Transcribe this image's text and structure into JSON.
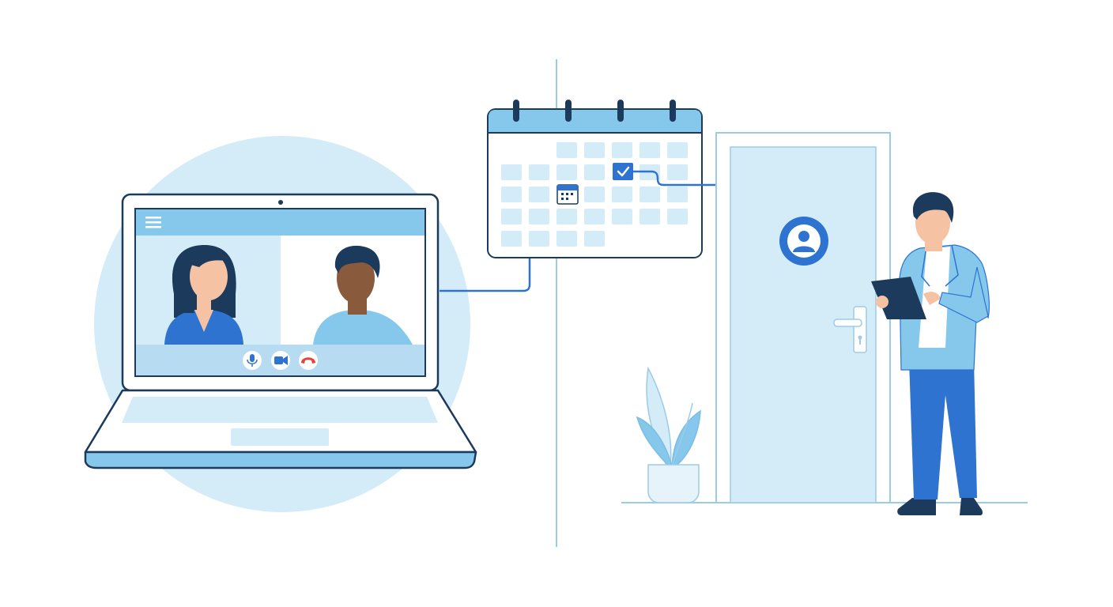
{
  "palette": {
    "navy": "#1b3a5c",
    "blue": "#2d73cf",
    "sky": "#86c8ec",
    "pale": "#d4ebf8",
    "paler": "#e6f3fb",
    "skin_light": "#f5c3a3",
    "skin_dark": "#8a5a3c",
    "red": "#e0443c",
    "white": "#ffffff"
  },
  "video_call": {
    "controls": [
      {
        "name": "mic-button",
        "icon": "microphone-icon"
      },
      {
        "name": "camera-button",
        "icon": "video-camera-icon"
      },
      {
        "name": "end-call-button",
        "icon": "phone-hangup-icon"
      }
    ],
    "menu_icon": "hamburger-menu-icon"
  },
  "calendar": {
    "selected_icon": "checkmark-icon",
    "event_icon": "calendar-mini-icon"
  },
  "door": {
    "badge_icon": "user-profile-icon"
  }
}
